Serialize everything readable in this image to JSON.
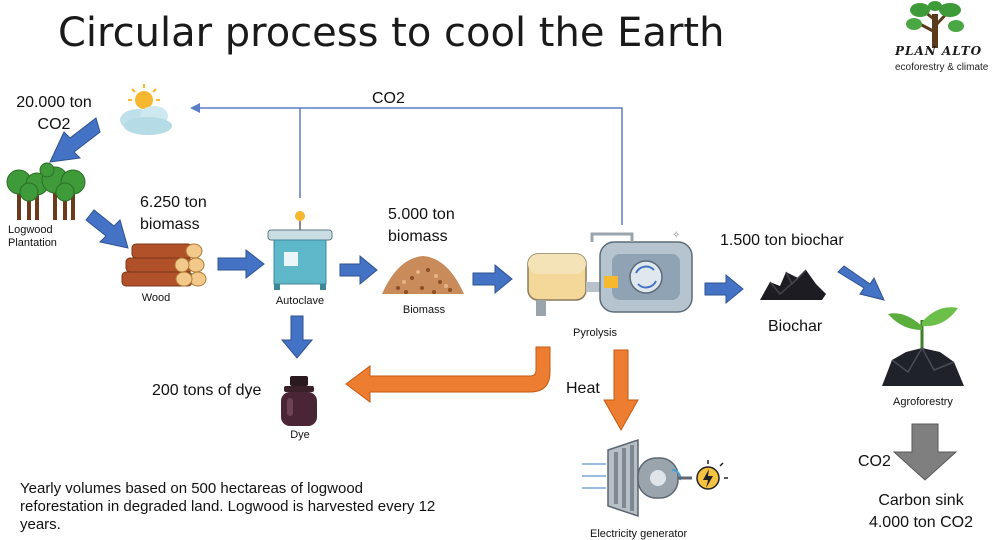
{
  "title": "Circular process to cool the Earth",
  "logo": {
    "name": "PLAN ALTO",
    "tagline": "ecoforestry & climate"
  },
  "labels": {
    "co2_input": [
      "20.000 ton",
      "CO2"
    ],
    "co2_return": "CO2",
    "plantation": [
      "Logwood",
      "Plantation"
    ],
    "biomass_1": [
      "6.250 ton",
      "biomass"
    ],
    "wood": "Wood",
    "autoclave": "Autoclave",
    "biomass_2": [
      "5.000 ton",
      "biomass"
    ],
    "biomass_caption": "Biomass",
    "pyrolysis": "Pyrolysis",
    "biochar_amount": "1.500 ton biochar",
    "biochar": "Biochar",
    "agroforestry": "Agroforestry",
    "dye_amount": "200 tons of dye",
    "dye": "Dye",
    "heat": "Heat",
    "electricity": "Electricity generator",
    "co2_sink": "CO2",
    "carbon_sink": [
      "Carbon sink",
      "4.000 ton CO2"
    ]
  },
  "note": "Yearly volumes based on 500 hectareas of logwood reforestation in degraded land. Logwood is harvested every 12 years.",
  "colors": {
    "blue_arrow": "#4472c4",
    "orange_arrow": "#ed7d31",
    "gray_arrow": "#7f7f7f",
    "line": "#5b7fc4",
    "tree_green": "#3f9b3a",
    "wood_brown": "#b0512a",
    "autoclave_teal": "#5fb8c9",
    "dye_purple": "#4a2535"
  }
}
